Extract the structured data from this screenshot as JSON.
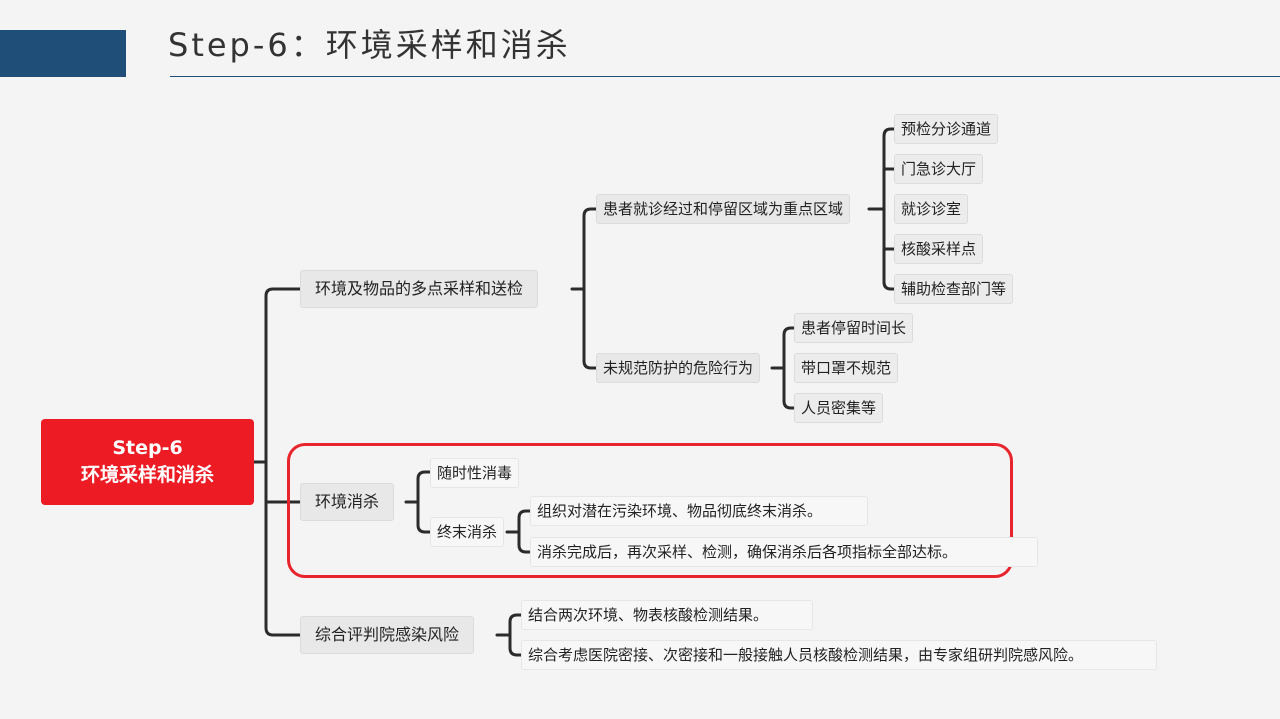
{
  "header": {
    "title": "Step-6：环境采样和消杀"
  },
  "root": {
    "line1": "Step-6",
    "line2": "环境采样和消杀"
  },
  "branches": {
    "sampling": {
      "label": "环境及物品的多点采样和送检",
      "key_area": {
        "label": "患者就诊经过和停留区域为重点区域",
        "items": [
          "预检分诊通道",
          "门急诊大厅",
          "就诊诊室",
          "核酸采样点",
          "辅助检查部门等"
        ]
      },
      "risk": {
        "label": "未规范防护的危险行为",
        "items": [
          "患者停留时间长",
          "带口罩不规范",
          "人员密集等"
        ]
      }
    },
    "disinfection": {
      "label": "环境消杀",
      "random": "随时性消毒",
      "terminal": {
        "label": "终末消杀",
        "items": [
          "组织对潜在污染环境、物品彻底终末消杀。",
          "消杀完成后，再次采样、检测，确保消杀后各项指标全部达标。"
        ]
      }
    },
    "assessment": {
      "label": "综合评判院感染风险",
      "items": [
        "结合两次环境、物表核酸检测结果。",
        "综合考虑医院密接、次密接和一般接触人员核酸检测结果，由专家组研判院感风险。"
      ]
    }
  },
  "colors": {
    "accent": "#ed1c24",
    "header_bar": "#1f4e79",
    "line": "#2b2b2b"
  }
}
